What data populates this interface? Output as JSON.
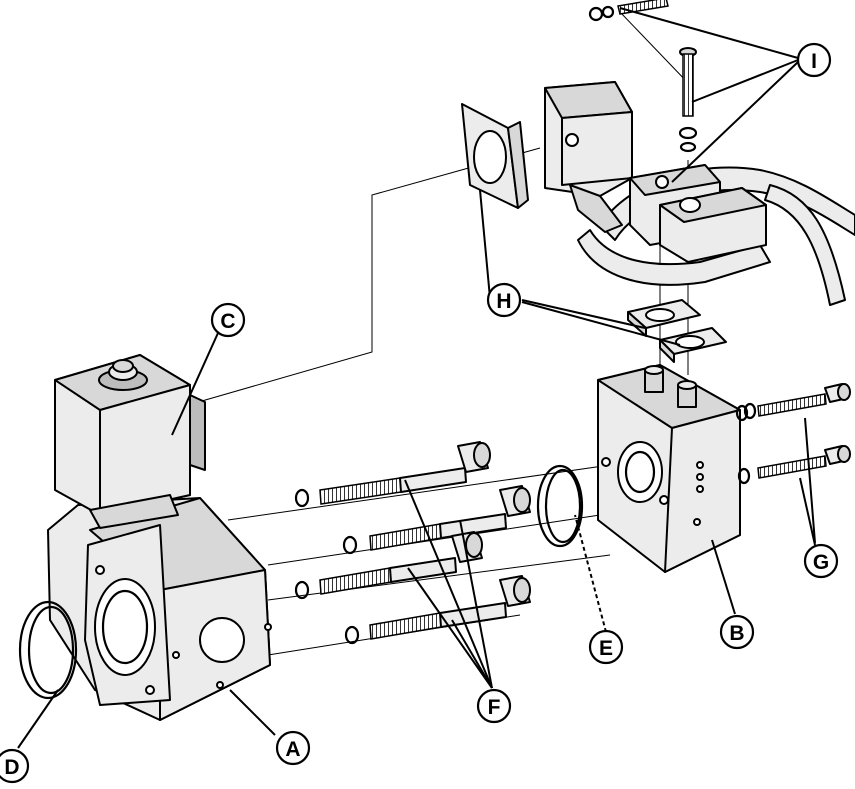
{
  "callouts": {
    "A": "A",
    "B": "B",
    "C": "C",
    "D": "D",
    "E": "E",
    "F": "F",
    "G": "G",
    "H": "H",
    "I": "I"
  }
}
